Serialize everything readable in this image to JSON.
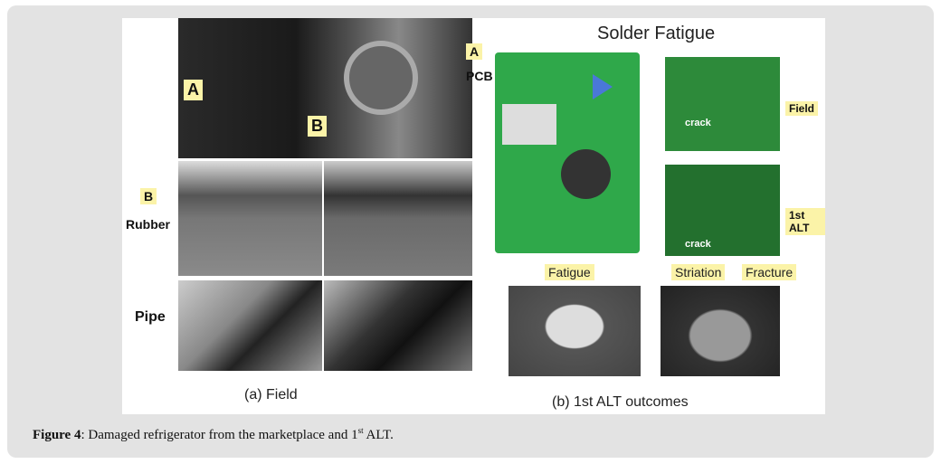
{
  "figure": {
    "left": {
      "label_a": "A",
      "label_b": "B",
      "label_b2": "B",
      "rubber": "Rubber",
      "pipe": "Pipe",
      "caption": "(a) Field"
    },
    "right": {
      "title": "Solder Fatigue",
      "label_a": "A",
      "pcb": "PCB",
      "field": "Field",
      "alt_1st": "1st ALT",
      "crack1": "crack",
      "crack2": "crack",
      "fatigue": "Fatigue",
      "striation": "Striation",
      "fracture": "Fracture",
      "caption": "(b) 1st ALT outcomes"
    }
  },
  "caption": {
    "label": "Figure 4",
    "text": ": Damaged refrigerator from the marketplace and 1",
    "sup": "st",
    "end": " ALT."
  }
}
